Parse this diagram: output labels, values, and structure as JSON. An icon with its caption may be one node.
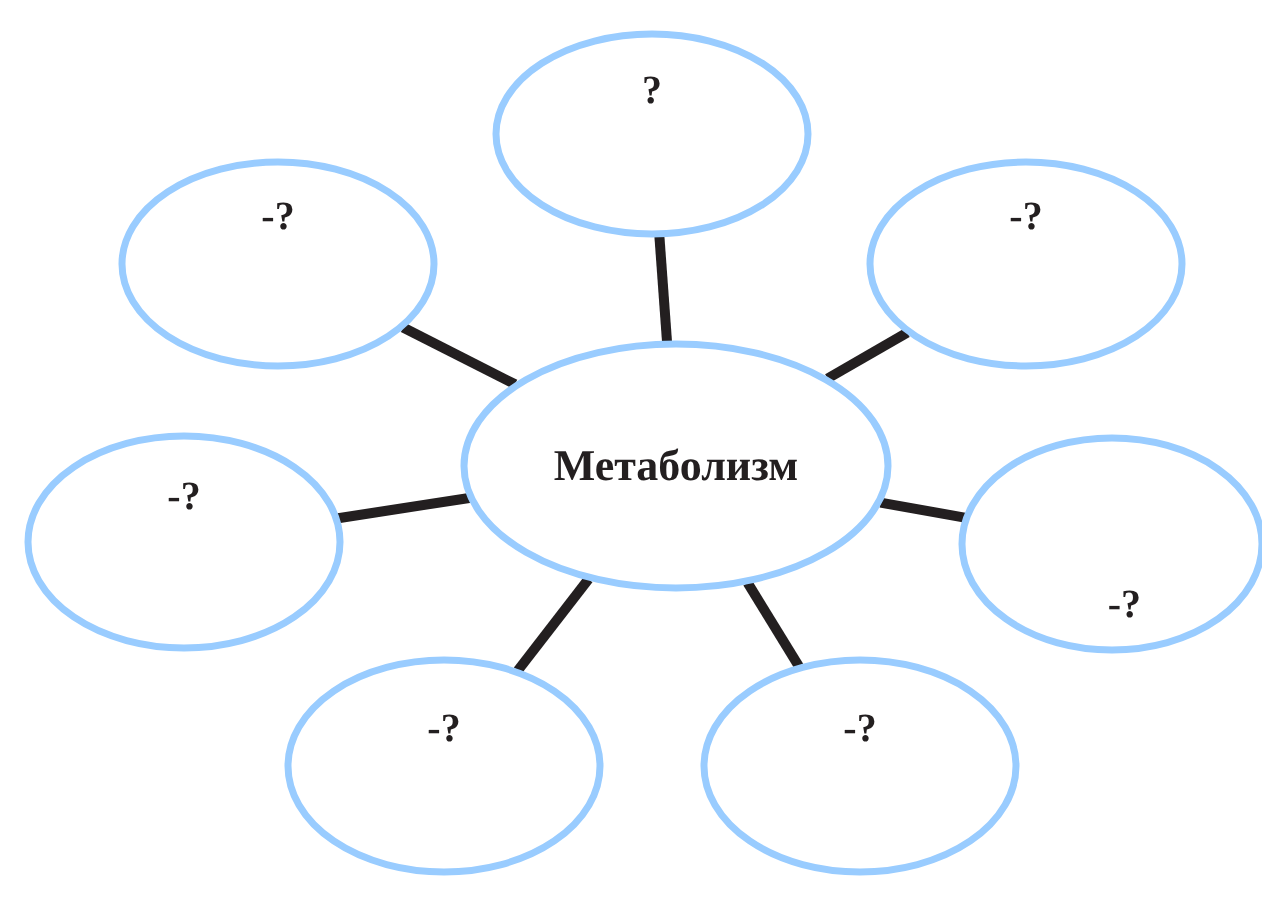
{
  "diagram": {
    "nodes": [
      {
        "text": [
          "?"
        ]
      },
      {
        "text": [
          "-?"
        ]
      },
      {
        "text": [
          "-?"
        ]
      },
      {
        "text": [
          "-?"
        ]
      },
      {
        "text": [
          "Метаболизм"
        ]
      },
      {
        "text": [
          "-?"
        ]
      },
      {
        "text": [
          "-?"
        ]
      },
      {
        "text": [
          "-?"
        ]
      }
    ],
    "edges": [
      {
        "from": 4,
        "to": 0,
        "arrow": "none"
      },
      {
        "from": 4,
        "to": 1,
        "arrow": "none"
      },
      {
        "from": 4,
        "to": 2,
        "arrow": "none"
      },
      {
        "from": 4,
        "to": 3,
        "arrow": "none"
      },
      {
        "from": 4,
        "to": 5,
        "arrow": "none"
      },
      {
        "from": 4,
        "to": 6,
        "arrow": "none"
      },
      {
        "from": 4,
        "to": 7,
        "arrow": "none"
      }
    ]
  }
}
